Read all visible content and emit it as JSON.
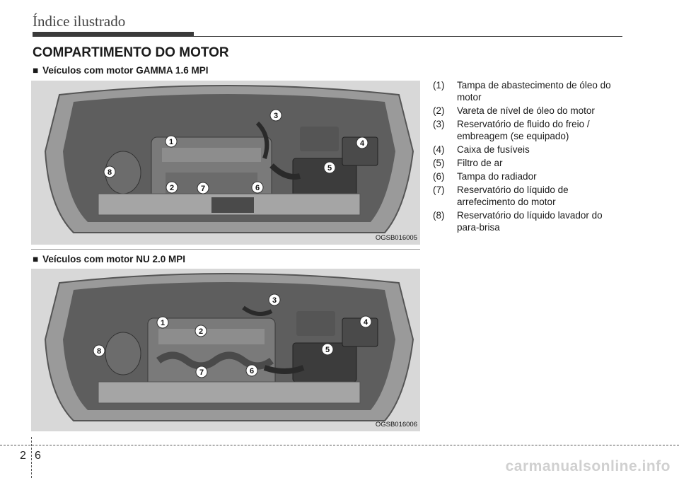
{
  "header": {
    "title": "Índice ilustrado"
  },
  "section": {
    "title": "COMPARTIMENTO DO MOTOR"
  },
  "engines": [
    {
      "bullet": "■",
      "heading": "Veículos com motor GAMMA 1.6 MPI",
      "image_code": "OGSB016005",
      "callouts": [
        "1",
        "2",
        "3",
        "4",
        "5",
        "6",
        "7",
        "8"
      ]
    },
    {
      "bullet": "■",
      "heading": "Veículos com motor NU 2.0 MPI",
      "image_code": "OGSB016006",
      "callouts": [
        "1",
        "2",
        "3",
        "4",
        "5",
        "6",
        "7",
        "8"
      ]
    }
  ],
  "legend": [
    {
      "num": "(1)",
      "text": "Tampa de abastecimento de óleo do motor"
    },
    {
      "num": "(2)",
      "text": "Vareta de nível de óleo do motor"
    },
    {
      "num": "(3)",
      "text": "Reservatório de fluido do freio / embreagem (se equipado)"
    },
    {
      "num": "(4)",
      "text": "Caixa de fusíveis"
    },
    {
      "num": "(5)",
      "text": "Filtro de ar"
    },
    {
      "num": "(6)",
      "text": "Tampa do radiador"
    },
    {
      "num": "(7)",
      "text": "Reservatório do líquido de arrefecimento do motor"
    },
    {
      "num": "(8)",
      "text": "Reservatório do líquido lavador do para-brisa"
    }
  ],
  "footer": {
    "chapter": "2",
    "page": "6"
  },
  "watermark": "carmanualsonline.info"
}
